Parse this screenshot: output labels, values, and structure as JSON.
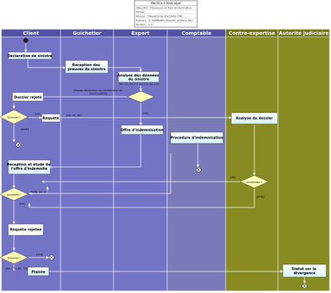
{
  "header": {
    "title": "Machine à états objet",
    "rows": [
      "Objectifs : Processus et flots d'information",
      "Portée : ",
      "Niveau : Diagramme d'activité UML",
      "Auteurs : S. NAMBIKO (Dossier Sinistre SA)",
      "Version : 1.0"
    ]
  },
  "lanes": [
    {
      "id": "client",
      "label": "Client"
    },
    {
      "id": "guichetier",
      "label": "Guichetier"
    },
    {
      "id": "expert",
      "label": "Expert"
    },
    {
      "id": "comptable",
      "label": "Comptable"
    },
    {
      "id": "contre",
      "label": "Contre-expertise"
    },
    {
      "id": "autorite",
      "label": "Autorité judiciaire"
    }
  ],
  "nodes": {
    "declaration": "Déclaration de sinistre",
    "reception": "Reception des preuves du sinistre",
    "analyse": "Analyse des données du sinistre",
    "analyse_tag": "[A4, C1, A4, C2, A4, C3, A4, C4]",
    "dossier_rejete": "Dossier rejeté",
    "d_accorde": "D'accord ?",
    "requete": "Requête",
    "offre": "Offre d'indemnisation",
    "procedure": "Procédure d'indemnisation",
    "reception_offre": "Reception et étude de l'offre d'indemnité",
    "analyse_dossier": "Analyse du dossier",
    "acceptable": "Acceptable ?",
    "accepte": "Acceptée ?",
    "requete_rejetee": "Requête rejetée",
    "d_accord2": "D'accord ?",
    "plainte": "Plainte",
    "statut": "Statut sur la divergence",
    "guard_dispo": "[Fausse déclaration ou constatation de responsabilité]",
    "guard_oui_decision": "[OK]",
    "guard_ok1": "[OK]",
    "guard_ok2": "[OK]",
    "guard_non1": "[NON]",
    "guard_non2": "[NON]",
    "guard_oui": "[OUI]",
    "guard_ar": "[Ar, D2]",
    "guard_accept_non": "[NON, A4, C5]",
    "guard_ok_c": "[OK]",
    "guard_ok_c2": "[OK]",
    "guard_plainte": "[A4, C3A, A4, C8]",
    "guard_requete": "[A4, A5, A6]"
  },
  "colors": {
    "lane_fill": "#7474c6",
    "lane_fill_alt": "#8080b8",
    "lane_title": "#5252a4",
    "green_fill": "#888a22",
    "green_title": "#717316",
    "node_fill": "#ffffff",
    "node_blue": "#d6f3ff",
    "diamond": "#ffffb4",
    "edge": "#ffffff"
  }
}
